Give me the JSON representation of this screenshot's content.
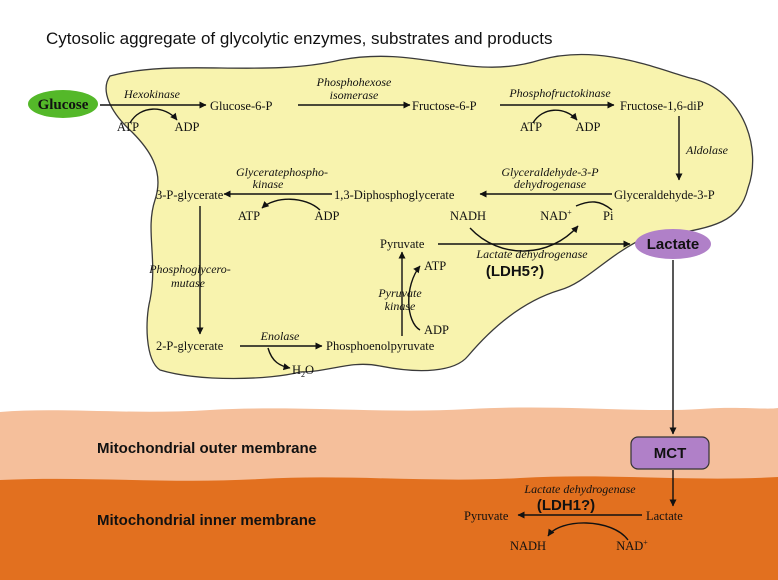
{
  "title": "Cytosolic aggregate of glycolytic enzymes, substrates and products",
  "colors": {
    "cytosol": "#f8f3ae",
    "outer_membrane": "#f5bf9b",
    "inner_membrane": "#e2701f",
    "glucose_node": "#54b829",
    "lactate_node": "#b080c8",
    "mct_node": "#b080c8"
  },
  "membranes": {
    "outer": "Mitochondrial outer membrane",
    "inner": "Mitochondrial inner membrane"
  },
  "nodes": {
    "glucose": "Glucose",
    "lactate": "Lactate",
    "mct": "MCT"
  },
  "metabolites": {
    "g6p": "Glucose-6-P",
    "f6p": "Fructose-6-P",
    "f16dip": "Fructose-1,6-diP",
    "gap": "Glyceraldehyde-3-P",
    "dpg": "1,3-Diphosphoglycerate",
    "pg3": "3-P-glycerate",
    "pg2": "2-P-glycerate",
    "pep": "Phosphoenolpyruvate",
    "pyruvate": "Pyruvate",
    "mito_pyruvate": "Pyruvate",
    "mito_lactate": "Lactate"
  },
  "cofactors": {
    "atp1": "ATP",
    "adp1": "ADP",
    "atp2": "ATP",
    "adp2": "ADP",
    "atp3": "ATP",
    "adp3": "ADP",
    "atp4": "ATP",
    "adp4": "ADP",
    "nadh1": "NADH",
    "nad1": "NAD",
    "pi": "Pi",
    "h2o": "H",
    "h2o_sub": "2",
    "h2o_o": "O",
    "nadh2": "NADH",
    "nad2": "NAD",
    "plus": "+"
  },
  "enzymes": {
    "hexokinase": "Hexokinase",
    "phi_1": "Phosphohexose",
    "phi_2": "isomerase",
    "pfk": "Phosphofructokinase",
    "aldolase": "Aldolase",
    "gapdh_1": "Glyceraldehyde-3-P",
    "gapdh_2": "dehydrogenase",
    "pgk_1": "Glyceratephospho-",
    "pgk_2": "kinase",
    "pgm_1": "Phosphoglycero-",
    "pgm_2": "mutase",
    "enolase": "Enolase",
    "pk_1": "Pyruvate",
    "pk_2": "kinase",
    "ldh_cyto": "Lactate dehydrogenase",
    "ldh5": "(LDH5?)",
    "ldh_mito": "Lactate dehydrogenase",
    "ldh1": "(LDH1?)"
  }
}
